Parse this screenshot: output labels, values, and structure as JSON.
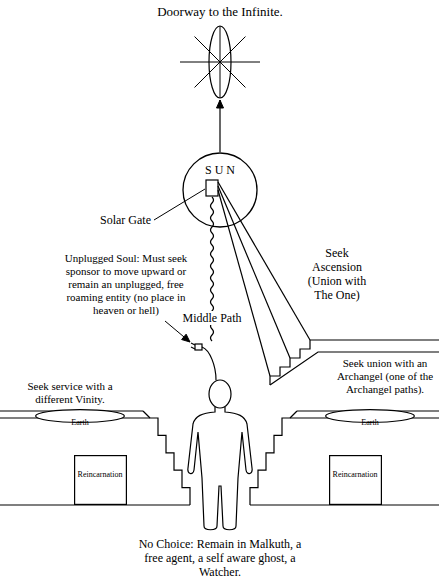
{
  "diagram": {
    "nodes": [
      {
        "text": [
          "Doorway to the Infinite."
        ]
      },
      {
        "text": [
          "S U N"
        ]
      },
      {
        "text": [
          "Earth"
        ]
      },
      {
        "text": [
          "Reincarnation"
        ]
      },
      {
        "text": [
          "Earth"
        ]
      },
      {
        "text": [
          "Reincarnation"
        ]
      }
    ],
    "edges": [
      {
        "from": 1,
        "to": 0,
        "arrow": "to"
      }
    ],
    "labels": [
      "Solar Gate",
      "Middle Path",
      "Seek Ascension (Union with The One)",
      "Unplugged Soul: Must seek sponsor to move upward or remain an unplugged, free roaming entity (no place in heaven or hell)",
      "Seek service with a different Vinity.",
      "Seek union with an Archangel (one of the Archangel paths).",
      "No Choice: Remain in Malkuth, a free agent, a self aware ghost, a Watcher."
    ]
  }
}
